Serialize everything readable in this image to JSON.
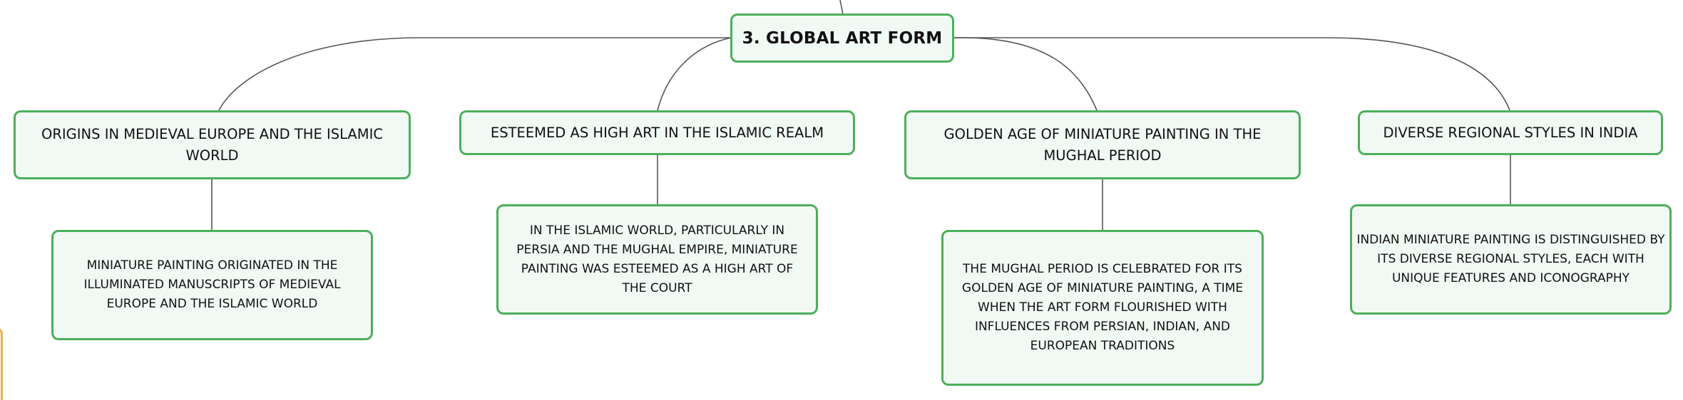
{
  "root": {
    "label": "3. GLOBAL ART FORM"
  },
  "branches": [
    {
      "title": "ORIGINS IN MEDIEVAL EUROPE AND THE ISLAMIC WORLD",
      "detail": "MINIATURE PAINTING ORIGINATED IN THE ILLUMINATED MANUSCRIPTS OF MEDIEVAL EUROPE AND THE ISLAMIC WORLD"
    },
    {
      "title": "ESTEEMED AS HIGH ART IN THE ISLAMIC REALM",
      "detail": "IN THE ISLAMIC WORLD, PARTICULARLY IN PERSIA AND THE MUGHAL EMPIRE, MINIATURE PAINTING WAS ESTEEMED AS A HIGH ART OF THE COURT"
    },
    {
      "title": "GOLDEN AGE OF MINIATURE PAINTING IN THE MUGHAL PERIOD",
      "detail": "THE MUGHAL PERIOD IS CELEBRATED FOR ITS GOLDEN AGE OF MINIATURE PAINTING, A TIME WHEN THE ART FORM FLOURISHED WITH INFLUENCES FROM PERSIAN, INDIAN, AND EUROPEAN TRADITIONS"
    },
    {
      "title": "DIVERSE REGIONAL STYLES IN INDIA",
      "detail": "INDIAN MINIATURE PAINTING IS DISTINGUISHED BY ITS DIVERSE REGIONAL STYLES, EACH WITH UNIQUE FEATURES AND ICONOGRAPHY"
    }
  ],
  "colors": {
    "node_border": "#4caf5a",
    "node_fill": "#f1f9f4",
    "connector": "#555555",
    "side_accent": "#f0b04a"
  }
}
